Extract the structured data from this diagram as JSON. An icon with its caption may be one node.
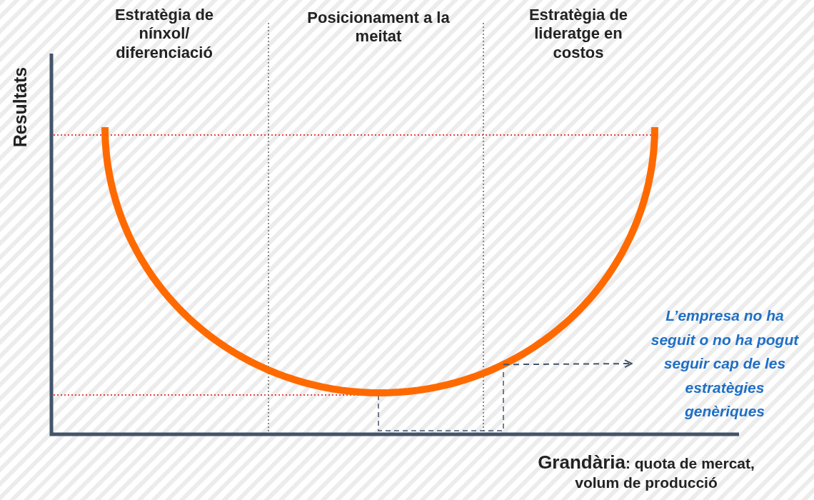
{
  "diagram": {
    "nodes": [
      {
        "text": [],
        "shape": "curve"
      },
      {
        "text": [
          "L’empresa no ha seguit o no ha pogut seguir cap de les estratègies genèriques"
        ]
      }
    ],
    "edges": [
      {
        "from": 0,
        "to": 1,
        "arrow": "to",
        "style": "dashed",
        "color": "#44546a"
      }
    ],
    "labels": [
      "Estratègia de nínxol/ diferenciació",
      "Posicionament a la meitat",
      "Estratègia de lideratge en costos",
      "Resultats",
      "**Grandària**: quota de mercat, volum de producció"
    ]
  }
}
